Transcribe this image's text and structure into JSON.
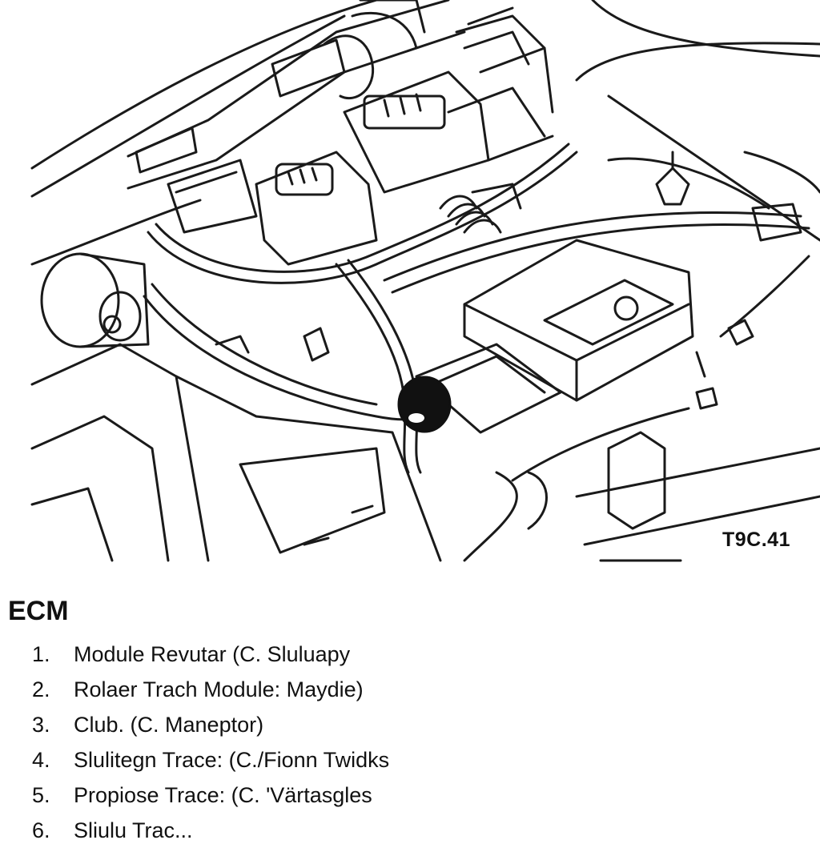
{
  "figure_code": "T9C.41",
  "legend": {
    "title": "ECM",
    "items": [
      {
        "num": "1.",
        "text": "Module Revutar (C. Sluluapy"
      },
      {
        "num": "2.",
        "text": "Rolaer Trach Module: Maydie)"
      },
      {
        "num": "3.",
        "text": "Club. (C. Maneptor)"
      },
      {
        "num": "4.",
        "text": "Slulitegn Trace: (C./Fionn Twidks"
      },
      {
        "num": "5.",
        "text": "Propiose Trace: (C. 'Värtasgles"
      },
      {
        "num": "6.",
        "text": "Sliulu Trac..."
      }
    ]
  }
}
